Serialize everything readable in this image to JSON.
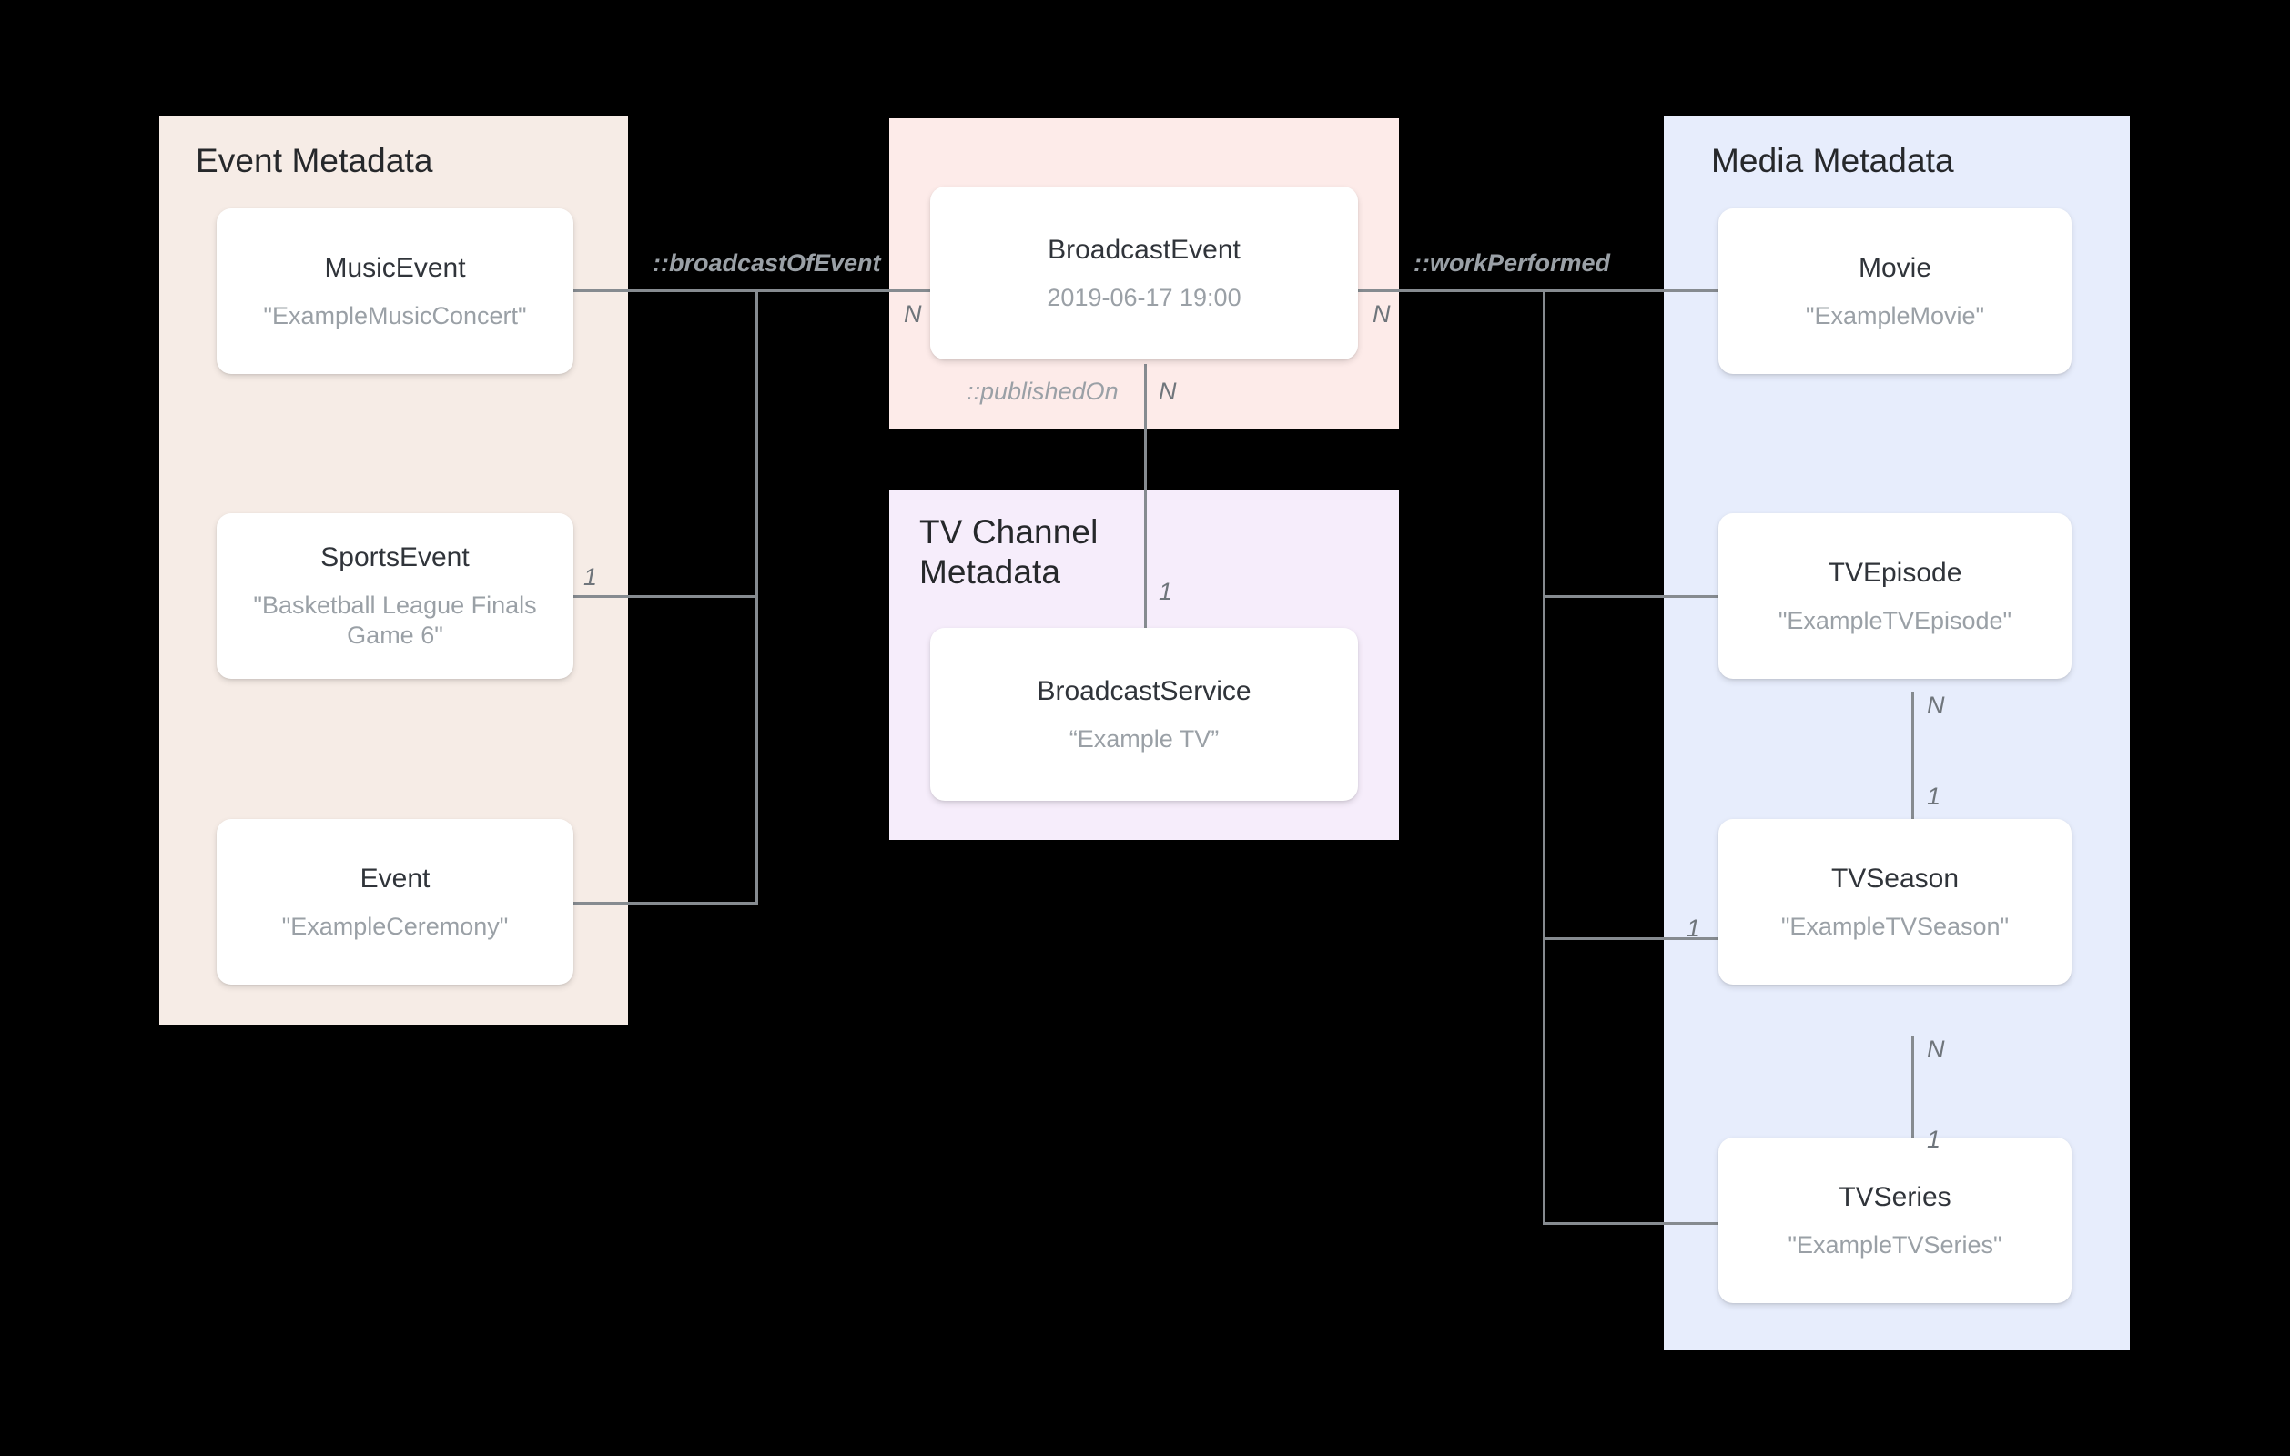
{
  "diagram": {
    "title": "Broadcast / Media schema relationship diagram",
    "background": "#000000",
    "colors": {
      "event_region": "#f6ece6",
      "broadcast_region": "#fdebe9",
      "tvchannel_region": "#f6edfb",
      "media_region": "#e7edfc",
      "card_bg": "#ffffff",
      "card_title_text": "#30343a",
      "card_sub_text": "#9aa0a6",
      "connector": "#868b90",
      "edge_label_text": "#9aa0a6",
      "multiplicity_text": "#6f757b"
    }
  },
  "regions": {
    "event": {
      "title": "Event Metadata",
      "cards": [
        {
          "name": "MusicEvent",
          "value": "\"ExampleMusicConcert\""
        },
        {
          "name": "SportsEvent",
          "value": "\"Basketball League Finals Game 6\""
        },
        {
          "name": "Event",
          "value": "\"ExampleCeremony\""
        }
      ]
    },
    "broadcast": {
      "title": "",
      "cards": [
        {
          "name": "BroadcastEvent",
          "value": "2019-06-17 19:00"
        }
      ]
    },
    "tvchannel": {
      "title": "TV Channel\nMetadata",
      "cards": [
        {
          "name": "BroadcastService",
          "value": "“Example TV”"
        }
      ]
    },
    "media": {
      "title": "Media Metadata",
      "cards": [
        {
          "name": "Movie",
          "value": "\"ExampleMovie\""
        },
        {
          "name": "TVEpisode",
          "value": "\"ExampleTVEpisode\""
        },
        {
          "name": "TVSeason",
          "value": "\"ExampleTVSeason\""
        },
        {
          "name": "TVSeries",
          "value": "\"ExampleTVSeries\""
        }
      ]
    }
  },
  "edges": {
    "broadcast_of_event": {
      "label": "::broadcastOfEvent",
      "source_multiplicity": "1",
      "target_multiplicity": "N"
    },
    "work_performed": {
      "label": "::workPerformed",
      "source_multiplicity": "N",
      "target_multiplicity": "1"
    },
    "published_on": {
      "label": "::publishedOn",
      "source_multiplicity": "N",
      "target_multiplicity": "1"
    },
    "episode_to_season": {
      "label": "",
      "source_multiplicity": "N",
      "target_multiplicity": "1"
    },
    "season_to_series": {
      "label": "",
      "source_multiplicity": "N",
      "target_multiplicity": "1"
    }
  },
  "multiplicity_marks": {
    "sports_event_right": "1",
    "broadcast_event_left": "N",
    "broadcast_event_right": "N",
    "broadcast_event_bottom": "N",
    "broadcast_service_top": "1",
    "tvepisode_bottom": "N",
    "tvseason_top": "1",
    "tvseason_left": "1",
    "tvseason_bottom": "N",
    "tvseries_top": "1"
  }
}
